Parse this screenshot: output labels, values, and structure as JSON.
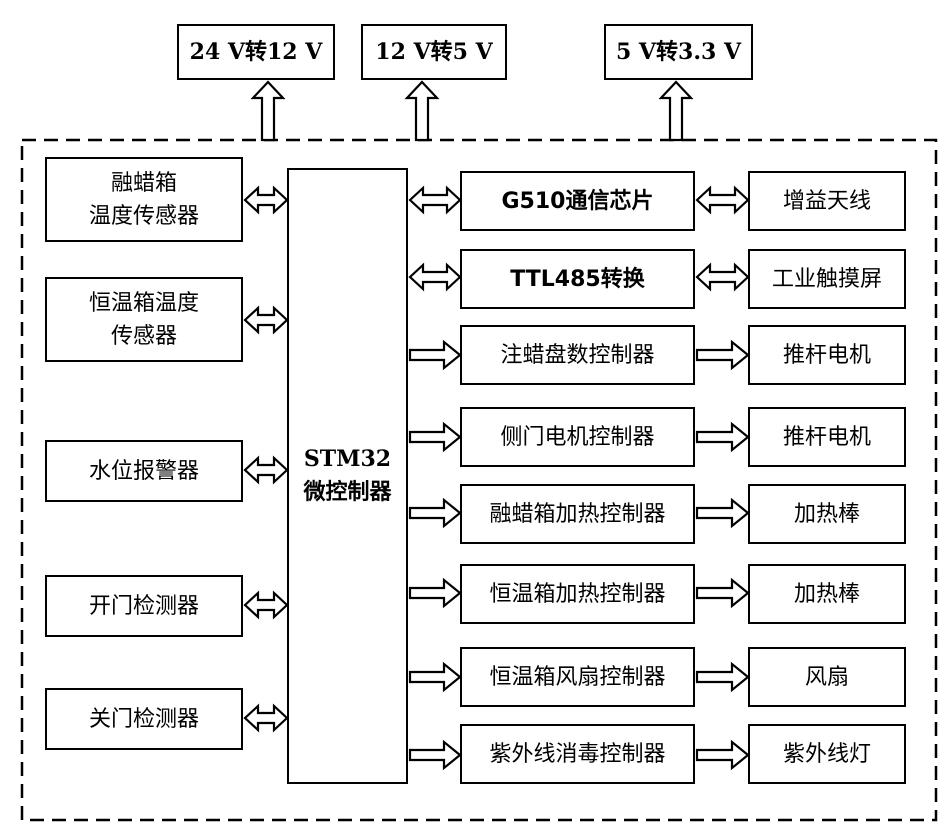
{
  "power": {
    "v24_to_12": "24 V转12 V",
    "v12_to_5": "12 V转5 V",
    "v5_to_33": "5 V转3.3 V"
  },
  "sensors": {
    "wax_temp": "融蜡箱\n温度传感器",
    "incubator_temp": "恒温箱温度\n传感器",
    "water_alarm": "水位报警器",
    "door_open": "开门检测器",
    "door_close": "关门检测器"
  },
  "mcu": {
    "label": "STM32\n微控制器"
  },
  "modules": {
    "g510": "G510通信芯片",
    "ttl485": "TTL485转换",
    "wax_tray_ctrl": "注蜡盘数控制器",
    "side_door_ctrl": "侧门电机控制器",
    "wax_heat_ctrl": "融蜡箱加热控制器",
    "incubator_heat_ctrl": "恒温箱加热控制器",
    "fan_ctrl": "恒温箱风扇控制器",
    "uv_ctrl": "紫外线消毒控制器"
  },
  "peripherals": {
    "antenna": "增益天线",
    "touchscreen": "工业触摸屏",
    "push_motor_1": "推杆电机",
    "push_motor_2": "推杆电机",
    "heater_1": "加热棒",
    "heater_2": "加热棒",
    "fan": "风扇",
    "uv_lamp": "紫外线灯"
  }
}
